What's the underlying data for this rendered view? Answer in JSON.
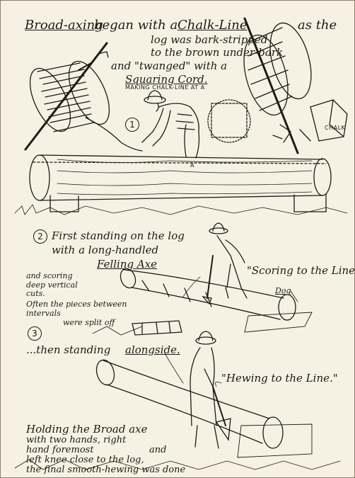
{
  "panel1": {
    "number": "1",
    "title_a": "Broad-axing",
    "title_b": "began with a",
    "title_c": "Chalk-Line",
    "title_d": "as the",
    "line2": "log was bark-stripped",
    "line3": "to the brown under-bark",
    "line4": "and \"twanged\" with a",
    "line5": "Squaring Cord.",
    "caption": "MAKING CHALK-LINE AT A",
    "marker_a": "A",
    "chalk_label": "CHALK"
  },
  "panel2": {
    "number": "2",
    "line1": "First standing on the log",
    "line2": "with a long-handled",
    "axe": "Felling Axe",
    "scoring1": "and scoring",
    "scoring2": "deep vertical",
    "scoring3": "cuts.",
    "quote": "\"Scoring to the Line\"",
    "dog": "Dog",
    "often1": "Often the pieces between",
    "often2": "intervals",
    "often3": "were split off"
  },
  "panel3": {
    "number": "3",
    "line1a": "...then standing",
    "line1b": "alongside.",
    "quote": "\"Hewing to the Line.\"",
    "hold1": "Holding the Broad axe",
    "hold2": "with two hands, right",
    "hold3": "hand foremost",
    "hold4": "and",
    "hold5": "left knee close to the log,",
    "hold6": "the final smooth-hewing was done"
  }
}
